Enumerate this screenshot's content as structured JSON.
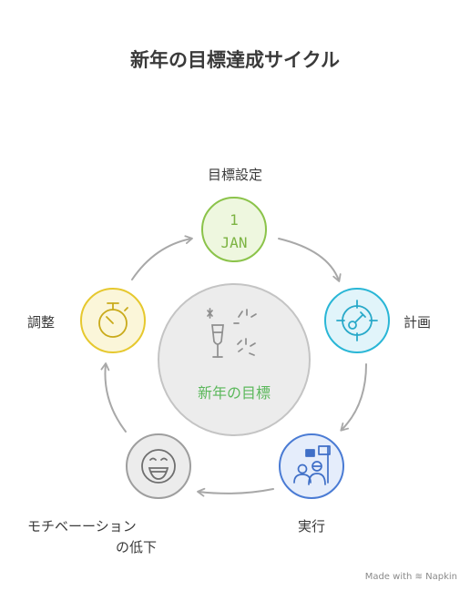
{
  "title": "新年の目標達成サイクル",
  "center": {
    "label": "新年の目標"
  },
  "nodes": {
    "goal_setting": {
      "label": "目標設定",
      "icon": "calendar-icon",
      "day": "1",
      "month": "JAN",
      "color": "#8bc34a"
    },
    "planning": {
      "label": "計画",
      "icon": "target-icon",
      "color": "#29b6d6"
    },
    "execution": {
      "label": "実行",
      "icon": "flag-people-icon",
      "color": "#4a7bd4"
    },
    "motivation_drop": {
      "label_line1": "モチベーーション",
      "label_line2": "の低下",
      "icon": "smiley-icon",
      "color": "#9e9e9e"
    },
    "adjustment": {
      "label": "調整",
      "icon": "stopwatch-icon",
      "color": "#e6c82e"
    }
  },
  "footer": {
    "made_with": "Made with",
    "brand": "Napkin"
  }
}
